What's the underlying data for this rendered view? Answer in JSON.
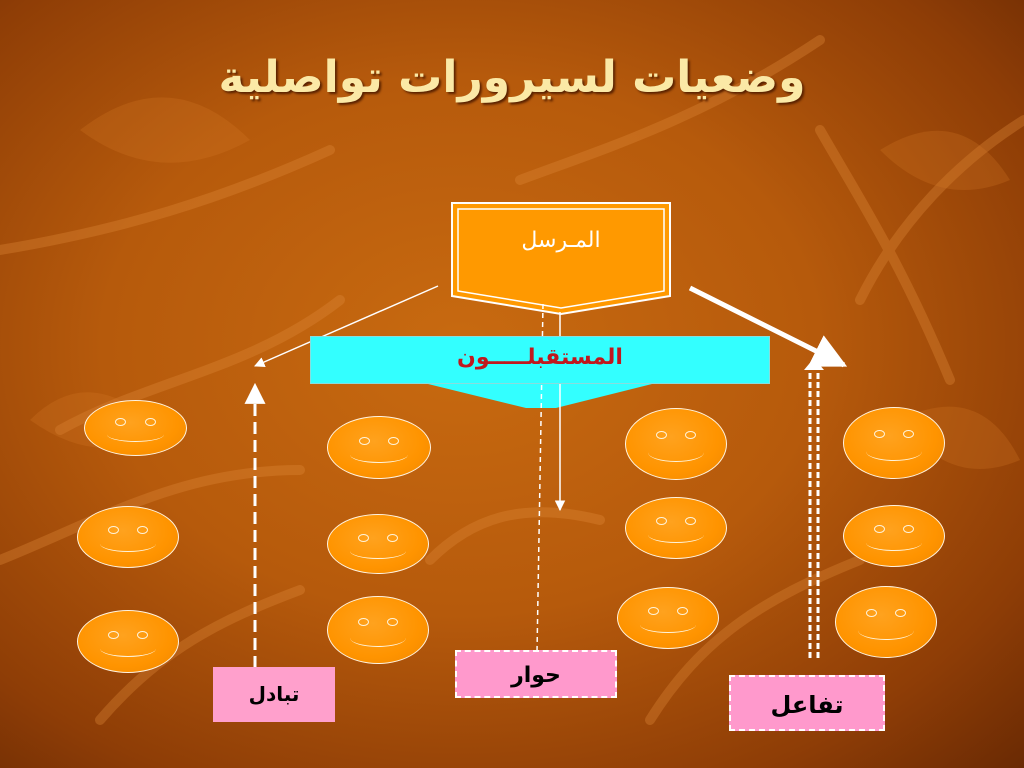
{
  "slide": {
    "title": "وضعيات لسيرورات تواصلية"
  },
  "diagram": {
    "sender": "المـرسل",
    "receivers": "المستقبلـــــون",
    "labels": {
      "exchange": "تبادل",
      "dialogue": "حوار",
      "interaction": "تفاعل"
    }
  },
  "colors": {
    "sender_fill": "#ff9900",
    "receivers_fill": "#33ffff",
    "receivers_text": "#c0181e",
    "label_fill": "#ff99cc",
    "face_fill": "#ff9400",
    "title_text": "#fbe9a6"
  }
}
